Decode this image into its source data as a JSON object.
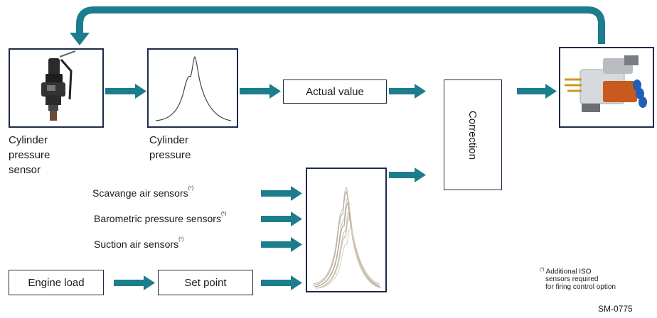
{
  "labels": {
    "actual_value": "Actual value",
    "correction": "Correction",
    "engine_load": "Engine load",
    "set_point": "Set point"
  },
  "captions": {
    "sensor": "Cylinder\npressure\nsensor",
    "pressure": "Cylinder\npressure"
  },
  "sensors": {
    "scavange": "Scavange air sensors",
    "barometric": "Barometric pressure sensors",
    "suction": "Suction air sensors",
    "marker": "(*)"
  },
  "footnote": {
    "marker": "(*)",
    "line1": "Additional ISO",
    "line2": "sensors required",
    "line3": "for firing control option"
  },
  "code": "SM-0775",
  "colors": {
    "arrow": "#1c7d8c",
    "border": "#1d2b4a"
  }
}
